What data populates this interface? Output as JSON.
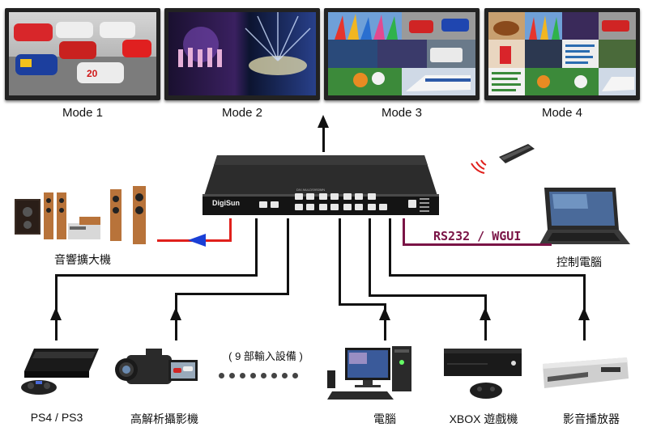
{
  "modes": [
    "Mode 1",
    "Mode 2",
    "Mode 3",
    "Mode 4"
  ],
  "device_brand": "DigiSun",
  "device_model": "DIV-9A4-DS9S0MN",
  "amplifier_label": "音響擴大機",
  "control_pc_label": "控制電腦",
  "link_label": "RS232 / WGUI",
  "sources_note": "( 9 部輸入設備 )",
  "sources": [
    "PS4 / PS3",
    "高解析攝影機",
    "電腦",
    "XBOX 遊戲機",
    "影音播放器"
  ],
  "colors": {
    "line": "#111111",
    "audio_out": "#e0201c",
    "audio_arrow": "#1a3fd6",
    "control_link": "#7a1446",
    "remote_signal": "#e0201c"
  },
  "icons": [
    "amplifier-icon",
    "laptop-icon",
    "remote-icon",
    "ps4-icon",
    "camcorder-icon",
    "pc-icon",
    "xbox-icon",
    "player-icon"
  ]
}
